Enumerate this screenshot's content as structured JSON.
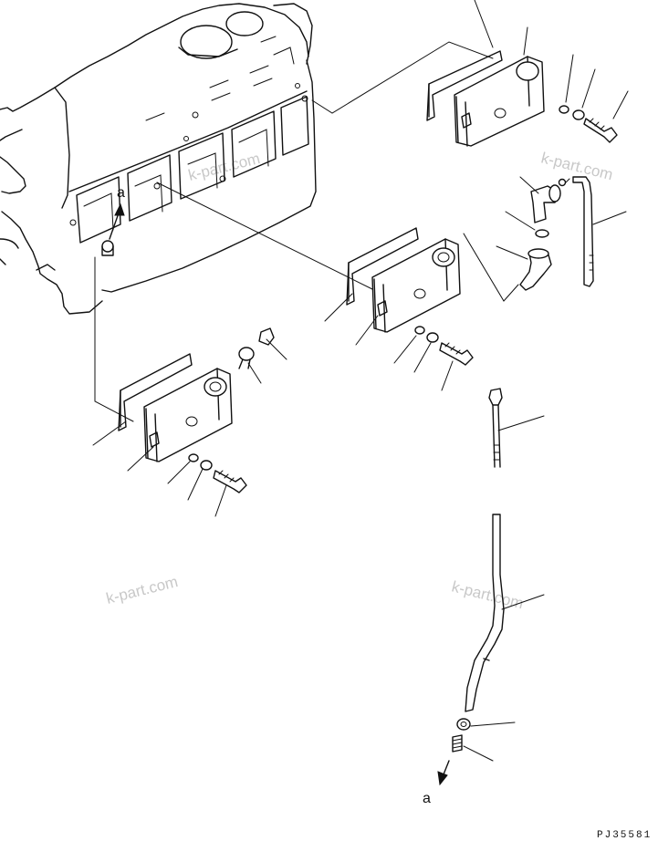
{
  "diagram": {
    "watermark": "k-part.com",
    "ref_label_top": "a",
    "ref_label_bottom": "a",
    "drawing_code": "PJ35581"
  }
}
